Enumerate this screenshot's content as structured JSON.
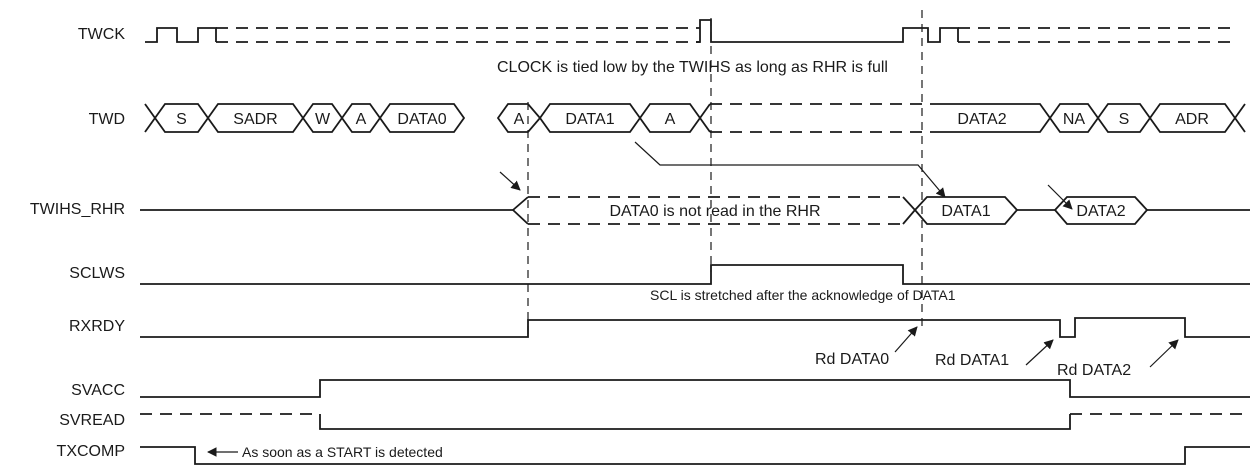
{
  "signals": {
    "twck": "TWCK",
    "twd": "TWD",
    "twihs_rhr": "TWIHS_RHR",
    "sclws": "SCLWS",
    "rxrdy": "RXRDY",
    "svacc": "SVACC",
    "svread": "SVREAD",
    "txcomp": "TXCOMP"
  },
  "twd_fields": [
    "S",
    "SADR",
    "W",
    "A",
    "DATA0",
    "A",
    "DATA1",
    "A",
    "DATA2",
    "NA",
    "S",
    "ADR"
  ],
  "rhr_fields": [
    "DATA0 is not read in the RHR",
    "DATA1",
    "DATA2"
  ],
  "notes": {
    "clock_tied": "CLOCK is tied low by the TWIHS as long as RHR is full",
    "scl_stretched": "SCL is stretched after the acknowledge of DATA1",
    "start_detected": "As soon as a START is detected",
    "rd_data0": "Rd DATA0",
    "rd_data1": "Rd DATA1",
    "rd_data2": "Rd DATA2"
  }
}
